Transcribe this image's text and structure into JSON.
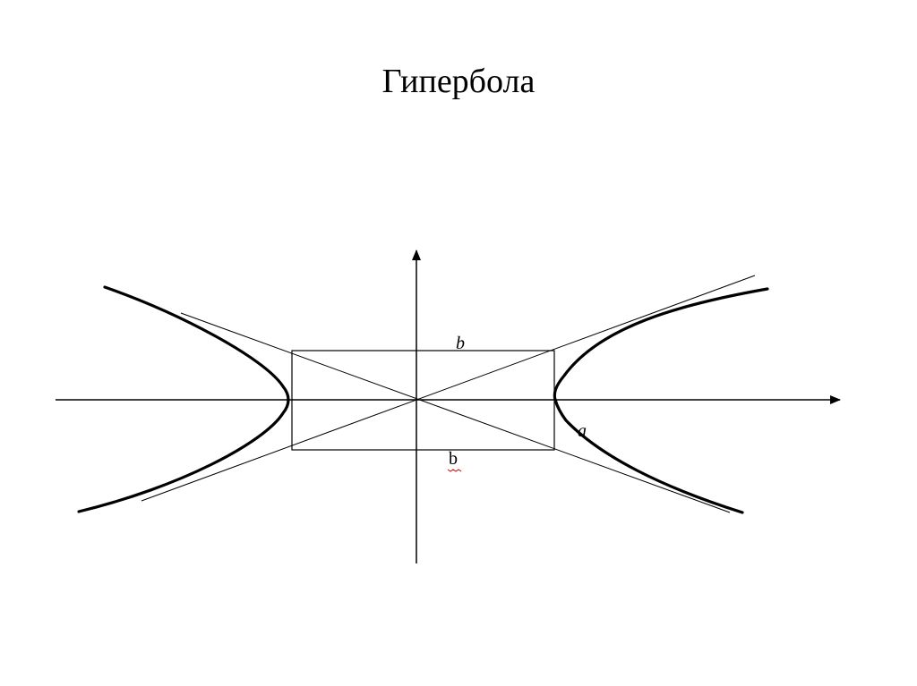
{
  "slide": {
    "title": "Гипербола"
  },
  "diagram": {
    "labels": {
      "b_top": "b",
      "b_bottom": "b",
      "a": "a"
    },
    "colors": {
      "stroke": "#000000",
      "spellcheck_underline": "#cc0000"
    }
  }
}
